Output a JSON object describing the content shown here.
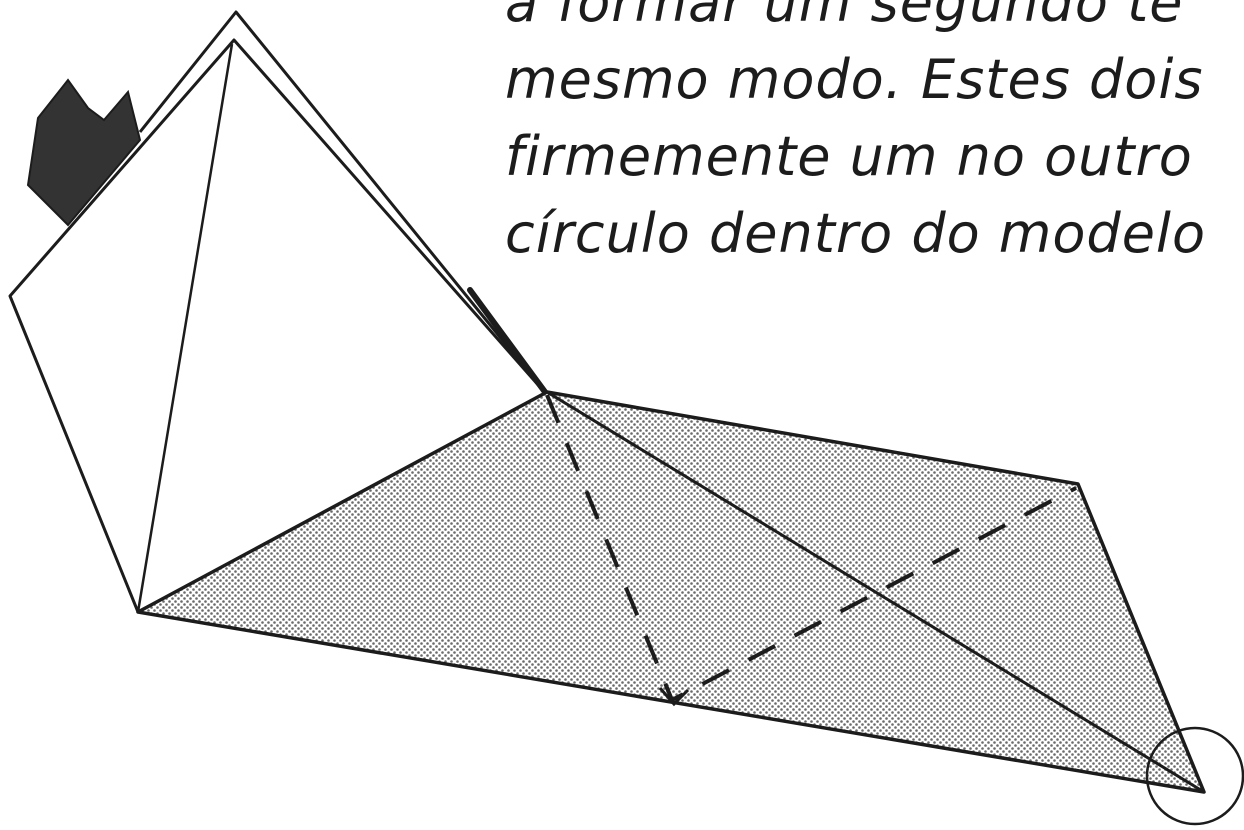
{
  "caption": {
    "lines": [
      "a formar um segundo te",
      "mesmo modo. Estes dois",
      "firmemente um no outro",
      "círculo dentro do modelo"
    ]
  },
  "colors": {
    "ink": "#1c1c1c",
    "shaded_fill": "#d2d2d2",
    "dark_tab": "#333333",
    "paper": "#ffffff"
  },
  "icons": {
    "marker": "circle-marker-icon"
  }
}
